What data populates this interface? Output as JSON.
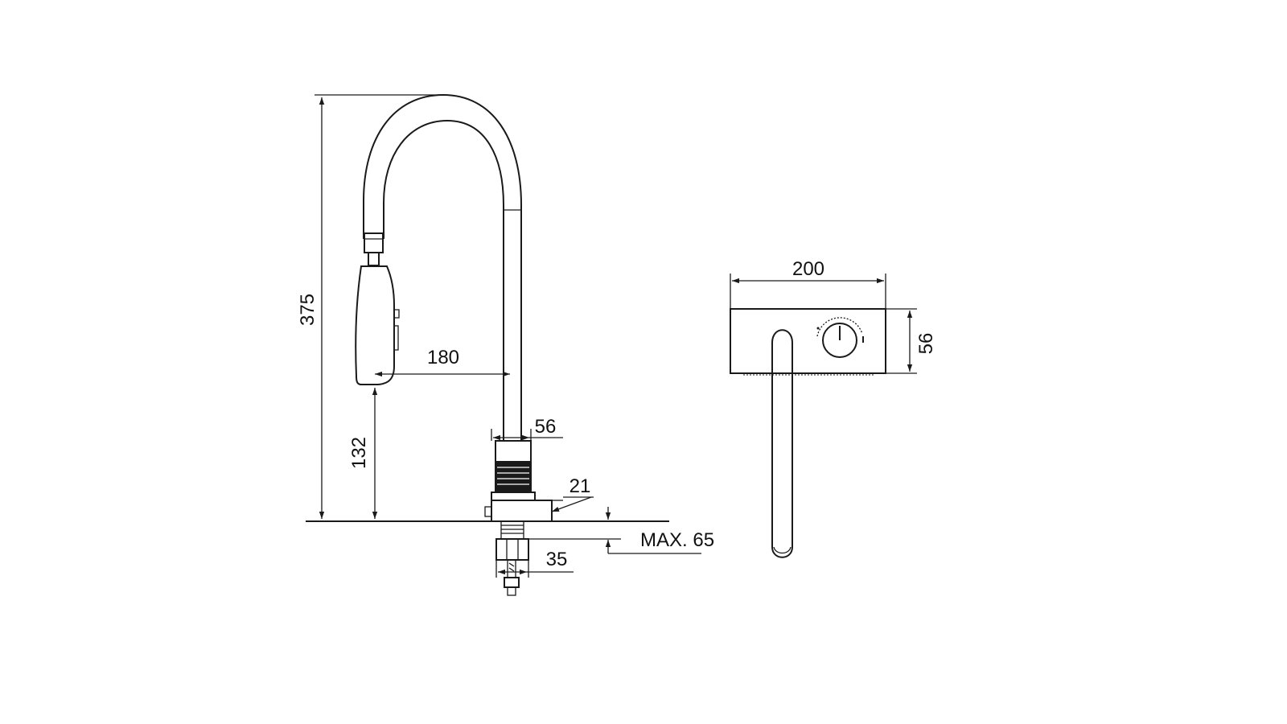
{
  "drawing": {
    "colors": {
      "line": "#1a1a1a",
      "fill_dark": "#1a1a1a",
      "background": "#ffffff"
    },
    "dimensions": {
      "overall_height": "375",
      "spout_reach": "180",
      "spray_head_height": "132",
      "base_diameter": "56",
      "base_ring": "21",
      "shank": "35",
      "max_deck": "MAX. 65",
      "top_width": "200",
      "top_depth": "56"
    }
  }
}
